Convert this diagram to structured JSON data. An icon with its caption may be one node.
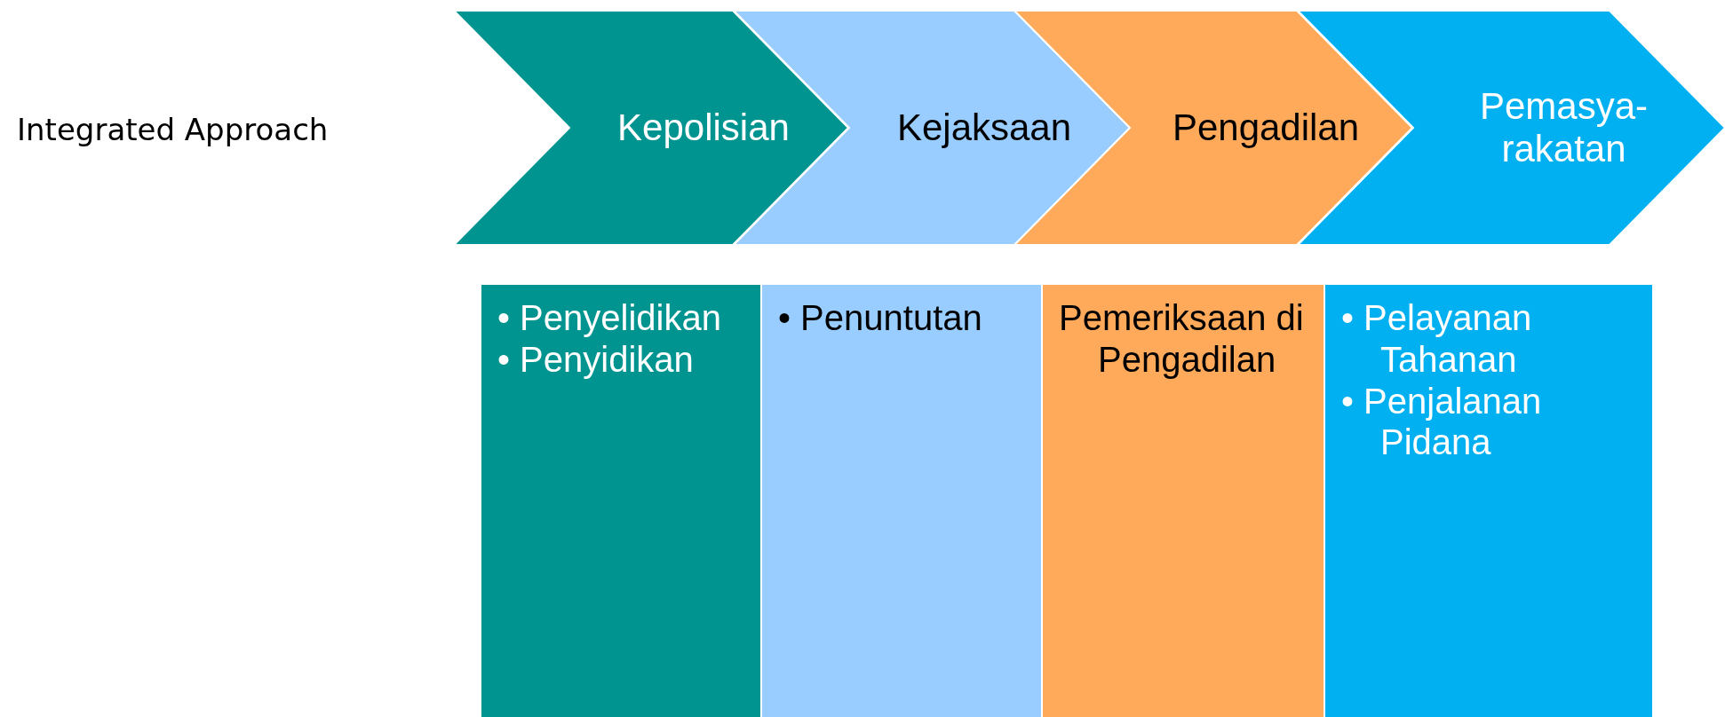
{
  "diagram": {
    "nodes": [
      {
        "text": [
          "Kepolisian"
        ]
      },
      {
        "text": [
          "Kejaksaan"
        ]
      },
      {
        "text": [
          "Pengadilan"
        ]
      },
      {
        "text": [
          "Pemasya- rakatan"
        ]
      },
      {
        "text": [
          "• Penyelidikan",
          "• Penyidikan"
        ]
      },
      {
        "text": [
          "• Penuntutan"
        ]
      },
      {
        "text": [
          "Pemeriksaan di Pengadilan"
        ]
      },
      {
        "text": [
          "• Pelayanan Tahanan",
          "• Penjalanan Pidana"
        ]
      }
    ],
    "labels": [
      "Integrated Approach"
    ]
  }
}
